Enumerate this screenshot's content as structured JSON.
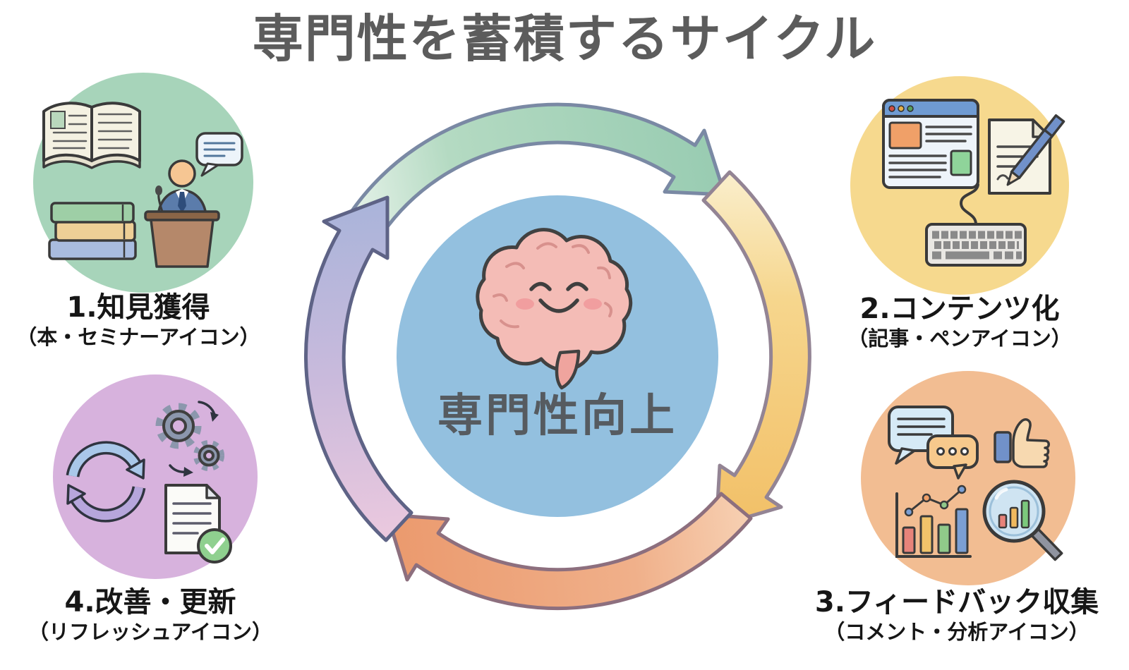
{
  "title": "専門性を蓄積するサイクル",
  "center": {
    "label": "専門性向上",
    "icon": "smiling-brain-icon",
    "circle_color": "#93c0df"
  },
  "steps": [
    {
      "title": "1.知見獲得",
      "subtitle": "（本・セミナーアイコン）",
      "position": "top-left",
      "circle_color": "#a7d4ba",
      "icons": [
        "open-book-icon",
        "book-stack-icon",
        "speaker-podium-icon",
        "speech-bubble-icon"
      ]
    },
    {
      "title": "2.コンテンツ化",
      "subtitle": "（記事・ペンアイコン）",
      "position": "top-right",
      "circle_color": "#f6d98e",
      "icons": [
        "browser-article-icon",
        "paper-and-pen-icon",
        "keyboard-icon"
      ]
    },
    {
      "title": "3.フィードバック収集",
      "subtitle": "（コメント・分析アイコン）",
      "position": "bottom-right",
      "circle_color": "#f2bd92",
      "icons": [
        "chat-bubbles-icon",
        "thumbs-up-icon",
        "bar-chart-icon",
        "magnifier-analytics-icon"
      ]
    },
    {
      "title": "4.改善・更新",
      "subtitle": "（リフレッシュアイコン）",
      "position": "bottom-left",
      "circle_color": "#d7b2dd",
      "icons": [
        "refresh-arrows-icon",
        "gears-icon",
        "document-check-icon"
      ]
    }
  ],
  "cycle_arrows": [
    {
      "position": "top",
      "direction": "step1-to-step2",
      "color": "#9bcdb3"
    },
    {
      "position": "right",
      "direction": "step2-to-step3",
      "color": "#f2c46a"
    },
    {
      "position": "bottom",
      "direction": "step3-to-step4",
      "color": "#ec9e71"
    },
    {
      "position": "left",
      "direction": "step4-to-step1",
      "color": "#adb6da"
    }
  ]
}
